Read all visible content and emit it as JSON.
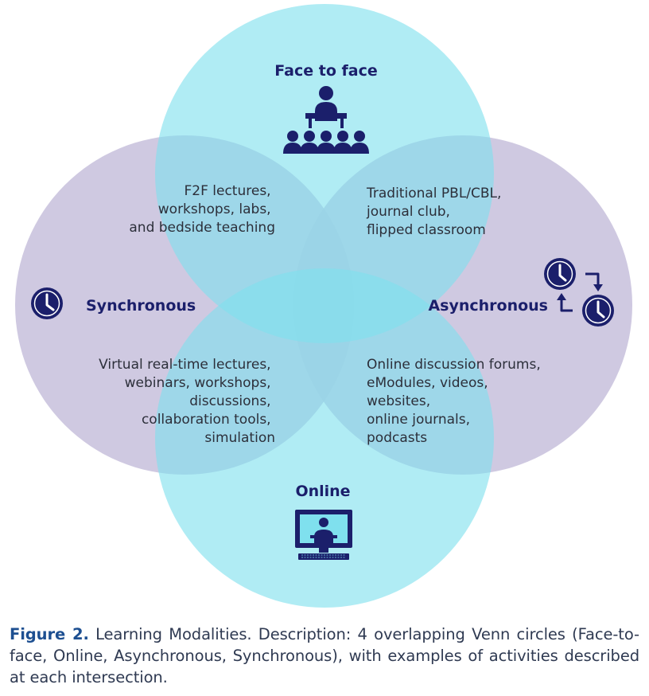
{
  "circles": {
    "face_to_face": {
      "title": "Face to face",
      "icon": "presenter-audience-icon",
      "color": "#7fe0ee"
    },
    "synchronous": {
      "title": "Synchronous",
      "icon": "clock-icon",
      "color": "#c7bfdc"
    },
    "asynchronous": {
      "title": "Asynchronous",
      "icon": "cycling-clocks-icon",
      "color": "#c7bfdc"
    },
    "online": {
      "title": "Online",
      "icon": "computer-presenter-icon",
      "color": "#7fe0ee"
    }
  },
  "intersections": {
    "face_sync": [
      "F2F lectures,",
      "workshops, labs,",
      "and bedside teaching"
    ],
    "face_async": [
      "Traditional PBL/CBL,",
      "journal club,",
      "flipped classroom"
    ],
    "online_sync": [
      "Virtual real-time lectures,",
      "webinars, workshops,",
      "discussions,",
      "collaboration tools,",
      "simulation"
    ],
    "online_async": [
      "Online discussion forums,",
      "eModules, videos,",
      "websites,",
      "online journals,",
      "podcasts"
    ]
  },
  "icon_color": "#1b1f6b",
  "caption": {
    "label": "Figure 2.",
    "text": "Learning Modalities. Description: 4 overlapping Venn circles (Face-to-face, Online, Asynchronous, Synchronous), with examples of activities described at each intersection."
  }
}
